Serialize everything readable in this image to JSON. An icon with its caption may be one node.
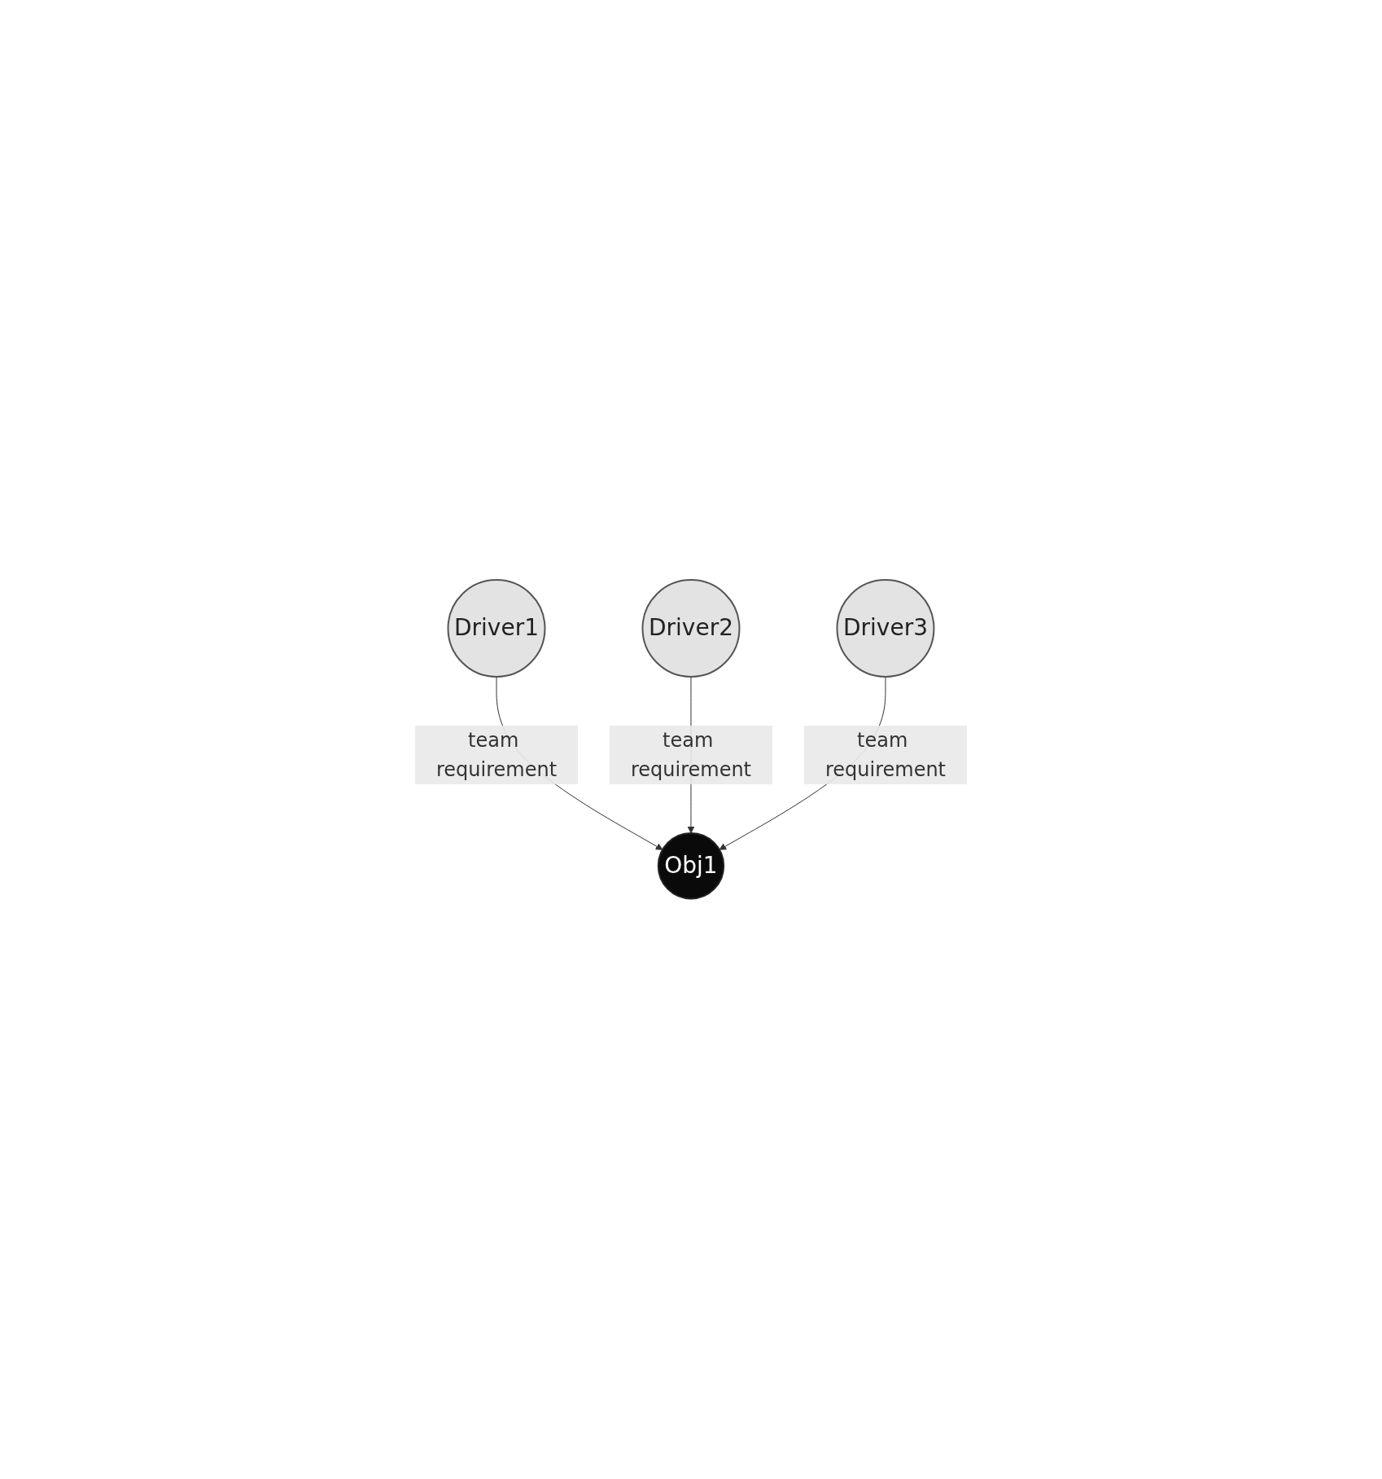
{
  "diagram": {
    "nodes": [
      {
        "text": [
          "Driver1"
        ]
      },
      {
        "text": [
          "Obj1"
        ]
      },
      {
        "text": [
          "Driver2"
        ]
      },
      {
        "text": [
          "Driver3"
        ]
      }
    ],
    "edges": [
      {
        "from": 0,
        "to": 1,
        "arrow": "to",
        "label": "team requirement"
      },
      {
        "from": 2,
        "to": 1,
        "arrow": "to",
        "label": "team requirement"
      },
      {
        "from": 3,
        "to": 1,
        "arrow": "to",
        "label": "team requirement"
      }
    ]
  }
}
